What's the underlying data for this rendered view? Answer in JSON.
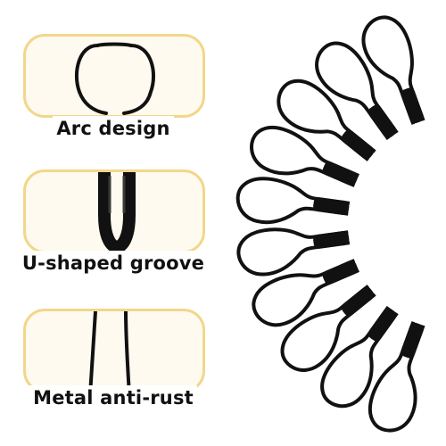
{
  "features": [
    {
      "label": "Arc design",
      "icon": "pin-arc-closeup-icon"
    },
    {
      "label": "U-shaped groove",
      "icon": "pin-u-groove-closeup-icon"
    },
    {
      "label": "Metal anti-rust",
      "icon": "pin-wire-closeup-icon"
    }
  ],
  "colors": {
    "panel_border": "#f2d78a",
    "panel_fill": "#fffaf0",
    "pin_wire": "#111111",
    "label_text": "#111111"
  },
  "product": {
    "icon": "bulb-safety-pin-fan-icon",
    "pin_count": 10
  }
}
